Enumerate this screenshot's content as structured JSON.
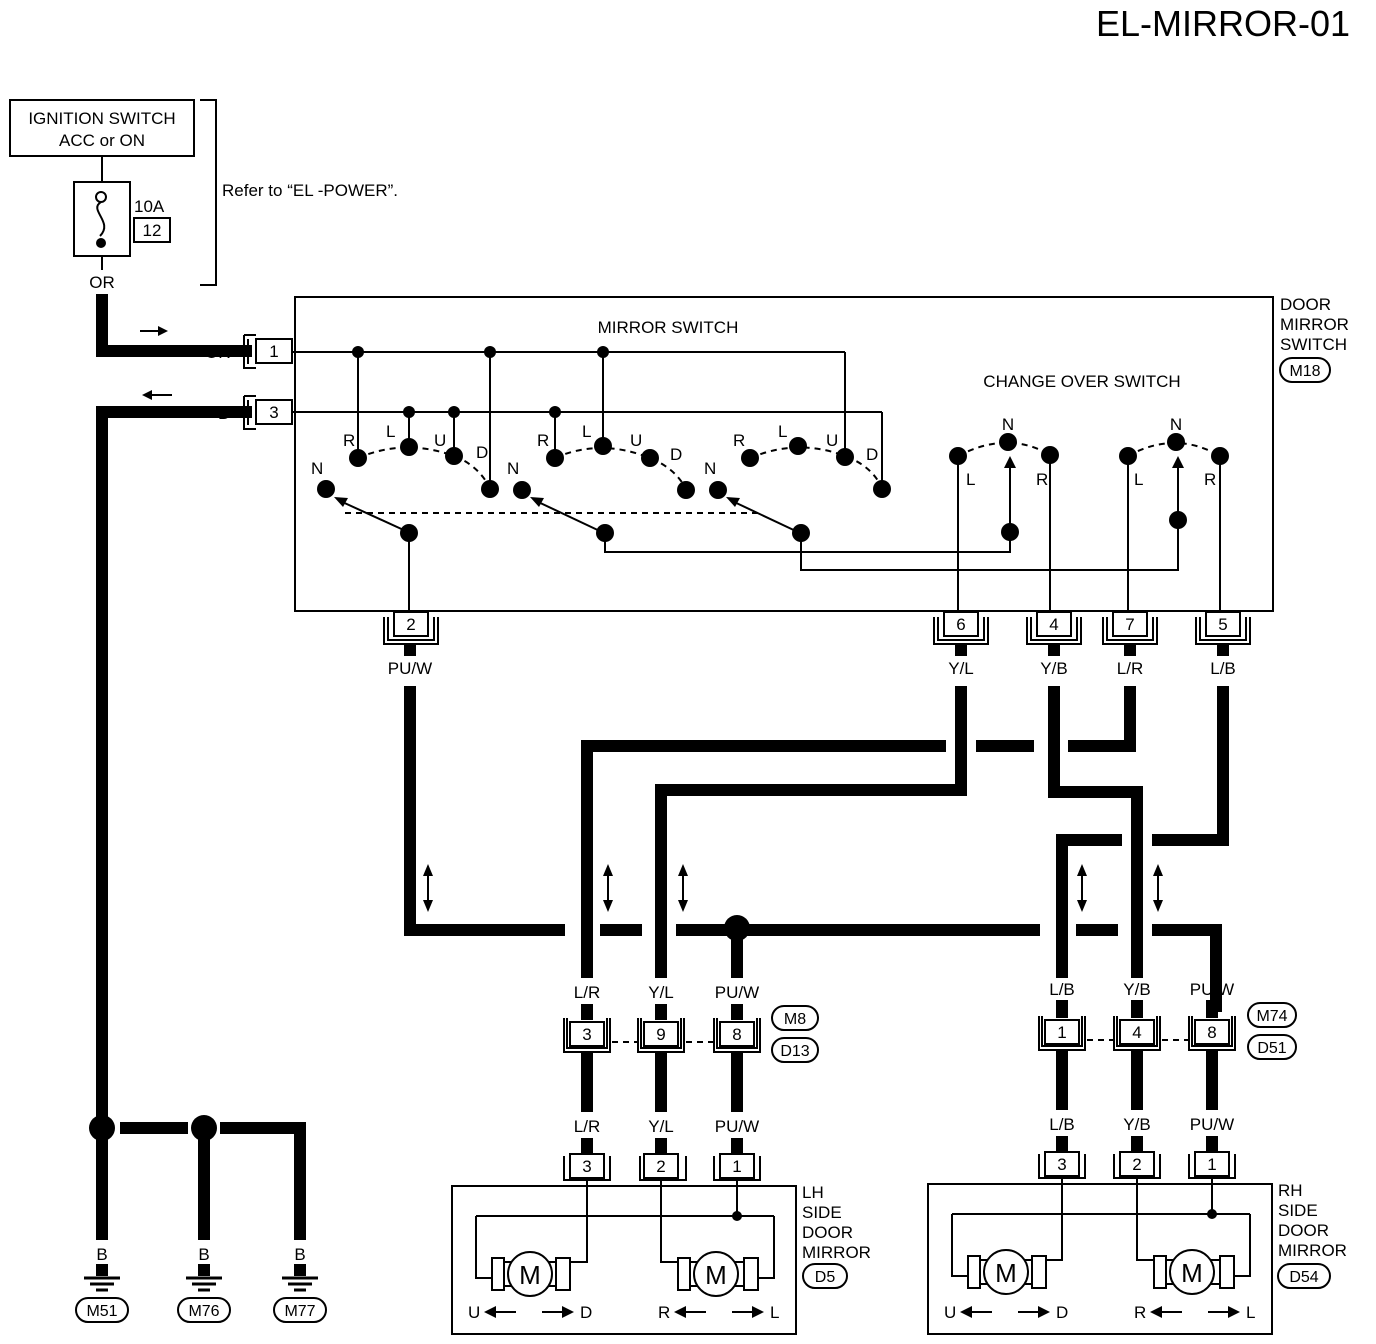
{
  "title": "EL-MIRROR-01",
  "ignition": {
    "line1": "IGNITION SWITCH",
    "line2": "ACC or ON"
  },
  "fuse": {
    "rating": "10A",
    "number": "12"
  },
  "refer_note": "Refer to “EL -POWER”.",
  "door_mirror_switch": {
    "label_lines": [
      "DOOR",
      "MIRROR",
      "SWITCH"
    ],
    "connector": "M18",
    "mirror_switch_label": "MIRROR SWITCH",
    "change_over_label": "CHANGE OVER SWITCH",
    "terminals": {
      "t1": "1",
      "t3": "3",
      "t2": "2",
      "t6": "6",
      "t4": "4",
      "t7": "7",
      "t5": "5"
    },
    "contact_labels": {
      "N": "N",
      "R": "R",
      "L": "L",
      "U": "U",
      "D": "D"
    }
  },
  "wires": {
    "or": "OR",
    "b": "B",
    "puw": "PU/W",
    "yl": "Y/L",
    "yb": "Y/B",
    "lr": "L/R",
    "lb": "L/B"
  },
  "lh_junction": {
    "pins": [
      "3",
      "9",
      "8"
    ],
    "connectors": [
      "M8",
      "D13"
    ],
    "wires": [
      "L/R",
      "Y/L",
      "PU/W"
    ]
  },
  "rh_junction": {
    "pins": [
      "1",
      "4",
      "8"
    ],
    "connectors": [
      "M74",
      "D51"
    ],
    "wires": [
      "L/B",
      "Y/B",
      "PU/W"
    ]
  },
  "lh_mirror": {
    "label_lines": [
      "LH",
      "SIDE",
      "DOOR",
      "MIRROR"
    ],
    "connector": "D5",
    "pins": [
      "3",
      "2",
      "1"
    ],
    "wires": [
      "L/R",
      "Y/L",
      "PU/W"
    ],
    "motor": "M",
    "dir_left": {
      "a": "U",
      "b": "D"
    },
    "dir_right": {
      "a": "R",
      "b": "L"
    }
  },
  "rh_mirror": {
    "label_lines": [
      "RH",
      "SIDE",
      "DOOR",
      "MIRROR"
    ],
    "connector": "D54",
    "pins": [
      "3",
      "2",
      "1"
    ],
    "wires": [
      "L/B",
      "Y/B",
      "PU/W"
    ],
    "motor": "M",
    "dir_left": {
      "a": "U",
      "b": "D"
    },
    "dir_right": {
      "a": "R",
      "b": "L"
    }
  },
  "grounds": [
    {
      "wire": "B",
      "connector": "M51"
    },
    {
      "wire": "B",
      "connector": "M76"
    },
    {
      "wire": "B",
      "connector": "M77"
    }
  ]
}
